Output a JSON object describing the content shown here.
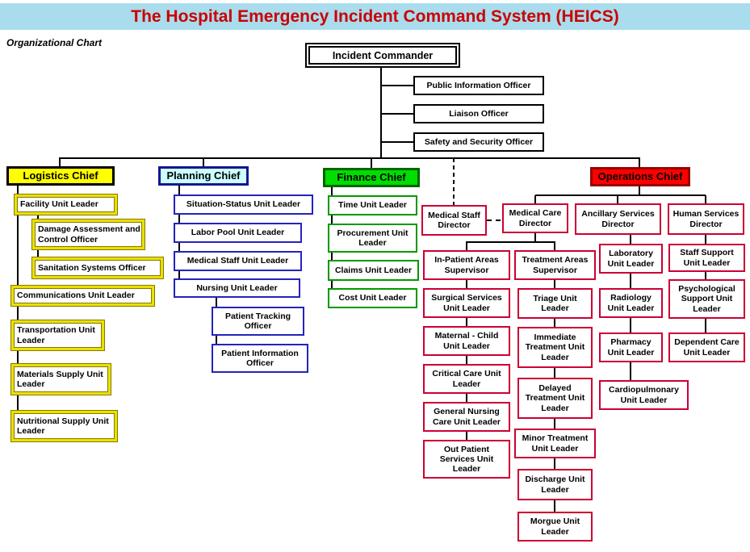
{
  "header": {
    "title": "The Hospital Emergency Incident Command System (HEICS)",
    "subtitle": "Organizational Chart"
  },
  "colors": {
    "title_bg": "#a9dcec",
    "title_text": "#cc0000",
    "logistics_fill": "#ffff00",
    "logistics_border": "#837a00",
    "planning_fill": "#ccffff",
    "planning_border": "#2323bf",
    "finance_fill": "#00dd00",
    "finance_border": "#009900",
    "operations_fill": "#ff0000",
    "operations_border": "#cc0033"
  },
  "command": {
    "incident_commander": "Incident Commander",
    "officers": [
      {
        "label": "Public Information Officer"
      },
      {
        "label": "Liaison Officer"
      },
      {
        "label": "Safety and Security Officer"
      }
    ]
  },
  "logistics": {
    "chief": "Logistics Chief",
    "items": [
      {
        "label": "Facility Unit Leader"
      },
      {
        "label": "Damage Assessment and Control Officer"
      },
      {
        "label": "Sanitation Systems Officer"
      },
      {
        "label": "Communications Unit Leader"
      },
      {
        "label": "Transportation Unit Leader"
      },
      {
        "label": "Materials Supply Unit Leader"
      },
      {
        "label": "Nutritional Supply Unit Leader"
      }
    ]
  },
  "planning": {
    "chief": "Planning Chief",
    "items": [
      {
        "label": "Situation-Status Unit Leader"
      },
      {
        "label": "Labor Pool Unit Leader"
      },
      {
        "label": "Medical Staff Unit Leader"
      },
      {
        "label": "Nursing Unit Leader"
      },
      {
        "label": "Patient Tracking Officer"
      },
      {
        "label": "Patient Information Officer"
      }
    ]
  },
  "finance": {
    "chief": "Finance Chief",
    "items": [
      {
        "label": "Time Unit Leader"
      },
      {
        "label": "Procurement Unit Leader"
      },
      {
        "label": "Claims Unit Leader"
      },
      {
        "label": "Cost Unit Leader"
      }
    ]
  },
  "operations": {
    "chief": "Operations Chief",
    "medical_staff_director": "Medical Staff Director",
    "directors": [
      {
        "label": "Medical Care Director"
      },
      {
        "label": "Ancillary Services Director"
      },
      {
        "label": "Human Services Director"
      }
    ],
    "in_patient": {
      "supervisor": "In-Patient Areas Supervisor",
      "items": [
        {
          "label": "Surgical Services Unit Leader"
        },
        {
          "label": "Maternal - Child Unit Leader"
        },
        {
          "label": "Critical Care Unit Leader"
        },
        {
          "label": "General Nursing Care Unit Leader"
        },
        {
          "label": "Out Patient Services Unit Leader"
        }
      ]
    },
    "treatment": {
      "supervisor": "Treatment Areas Supervisor",
      "items": [
        {
          "label": "Triage Unit Leader"
        },
        {
          "label": "Immediate Treatment Unit Leader"
        },
        {
          "label": "Delayed Treatment Unit Leader"
        },
        {
          "label": "Minor Treatment Unit Leader"
        },
        {
          "label": "Discharge Unit Leader"
        },
        {
          "label": "Morgue Unit Leader"
        }
      ]
    },
    "ancillary": {
      "items": [
        {
          "label": "Laboratory Unit Leader"
        },
        {
          "label": "Radiology Unit Leader"
        },
        {
          "label": "Pharmacy Unit Leader"
        },
        {
          "label": "Cardiopulmonary Unit Leader"
        }
      ]
    },
    "human_services": {
      "items": [
        {
          "label": "Staff Support Unit Leader"
        },
        {
          "label": "Psychological Support Unit Leader"
        },
        {
          "label": "Dependent Care Unit Leader"
        }
      ]
    }
  }
}
